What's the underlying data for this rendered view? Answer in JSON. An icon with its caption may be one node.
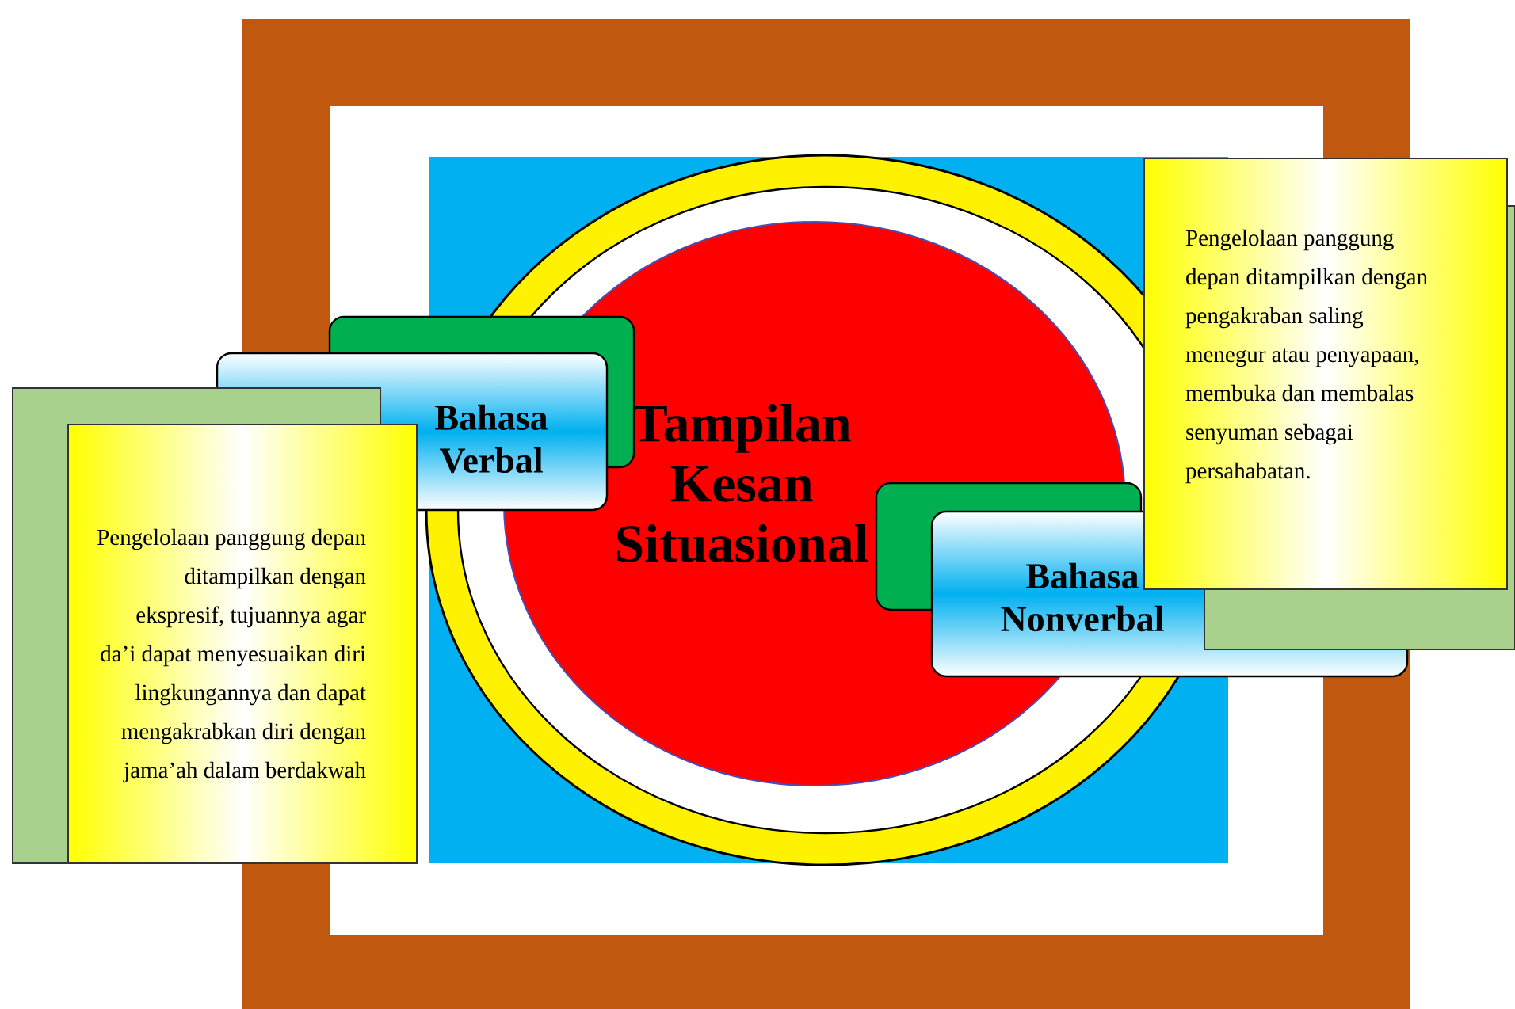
{
  "diagram": {
    "nodes": [
      {
        "text": [
          "Tampilan Kesan Situasional"
        ]
      },
      {
        "text": [
          "Bahasa Verbal"
        ]
      },
      {
        "text": [
          "Pengelolaan panggung depan ditampilkan dengan ekspresif, tujuannya agar da’i dapat menyesuaikan diri lingkungannya dan dapat mengakrabkan diri dengan jama’ah dalam berdakwah"
        ]
      },
      {
        "text": [
          "Bahasa Nonverbal"
        ]
      },
      {
        "text": [
          "Pengelolaan panggung depan ditampilkan dengan pengakraban saling menegur atau penyapaan, membuka dan membalas senyuman sebagai persahabatan."
        ]
      }
    ]
  }
}
